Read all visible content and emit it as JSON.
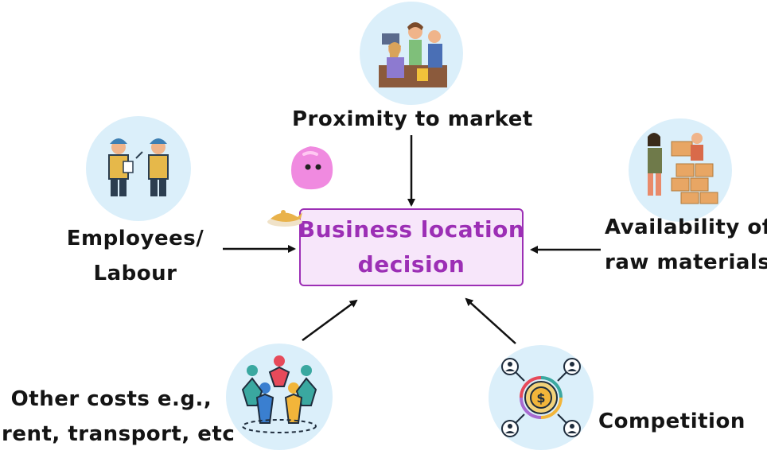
{
  "center": {
    "line1": "Business location",
    "line2": "decision",
    "color": "#9c2fb5",
    "fill": "#f7e6fa"
  },
  "nodes": {
    "market": {
      "label": "Proximity to market",
      "icon": "shop-counter-icon"
    },
    "employees": {
      "line1": "Employees/",
      "line2": "Labour",
      "icon": "workers-icon"
    },
    "raw_materials": {
      "line1": "Availability of",
      "line2": "raw materials",
      "icon": "boxes-delivery-icon"
    },
    "other_costs": {
      "line1": "Other costs e.g.,",
      "line2": "rent, transport, etc",
      "icon": "team-people-icon"
    },
    "competition": {
      "label": "Competition",
      "icon": "competition-network-icon"
    }
  },
  "decorations": [
    "pink-blob-mascot-icon",
    "magic-lamp-icon"
  ],
  "colors": {
    "circle_bg": "#dbeffa",
    "text": "#141414",
    "arrow": "#111111"
  }
}
